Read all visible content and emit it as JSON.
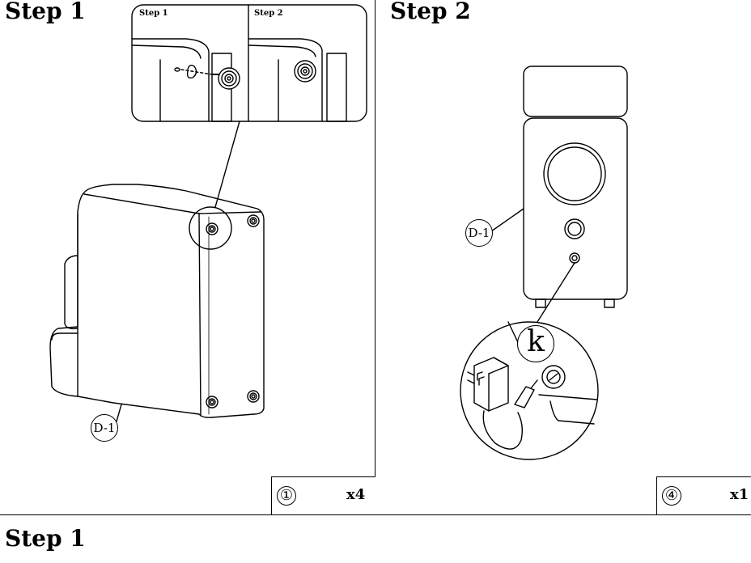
{
  "steps": {
    "left_title": "Step 1",
    "right_title": "Step 2",
    "bottom_title": "Step 1"
  },
  "inset": {
    "label_a": "Step 1",
    "label_b": "Step 2"
  },
  "callouts": {
    "left_part": "D-1",
    "right_part": "D-1",
    "connector": "k"
  },
  "parts": [
    {
      "number": "①",
      "icon": "foot-pad-icon",
      "quantity": "x4"
    },
    {
      "number": "④",
      "icon": "power-adapter-icon",
      "quantity": "x1"
    }
  ]
}
